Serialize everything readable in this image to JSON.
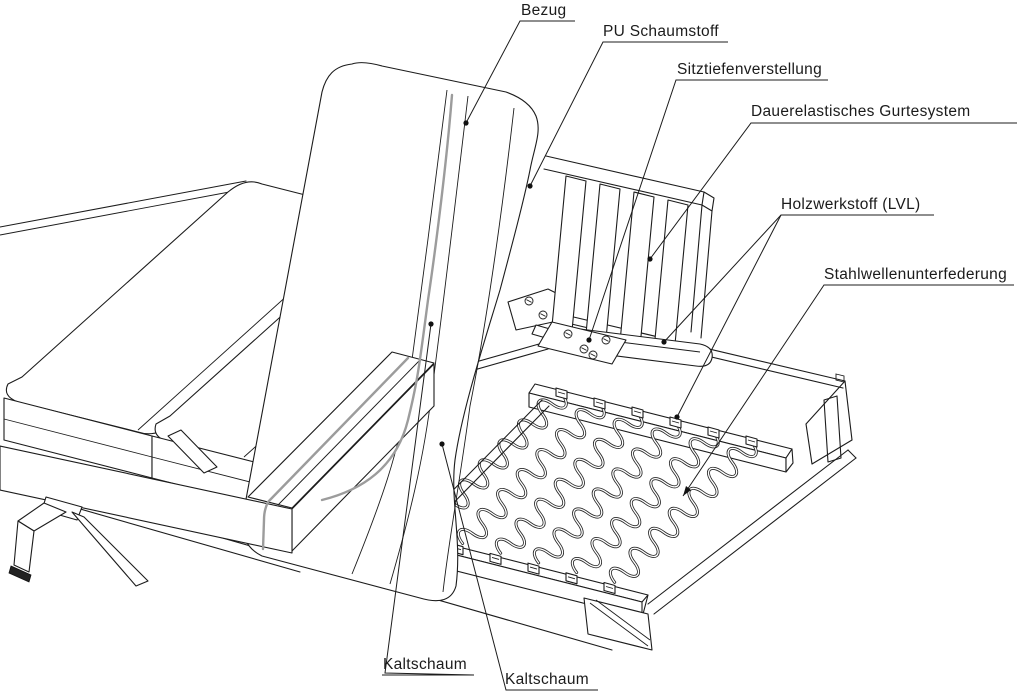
{
  "diagram": {
    "type": "technical-exploded-drawing",
    "subject": "sofa construction cutaway",
    "labels": [
      {
        "id": "bezug",
        "text": "Bezug"
      },
      {
        "id": "pu-schaumstoff",
        "text": "PU Schaumstoff"
      },
      {
        "id": "sitztiefenverstellung",
        "text": "Sitztiefenverstellung"
      },
      {
        "id": "gurtesystem",
        "text": "Dauerelastisches Gurtesystem"
      },
      {
        "id": "holzwerkstoff",
        "text": "Holzwerkstoff (LVL)"
      },
      {
        "id": "stahlwellenunterfederung",
        "text": "Stahlwellenunterfederung"
      },
      {
        "id": "kaltschaum-1",
        "text": "Kaltschaum"
      },
      {
        "id": "kaltschaum-2",
        "text": "Kaltschaum"
      }
    ],
    "colors": {
      "line": "#1c1c1c",
      "cover_seam": "#9c9c9c",
      "background": "#ffffff",
      "label_text": "#1b1b1b"
    }
  }
}
